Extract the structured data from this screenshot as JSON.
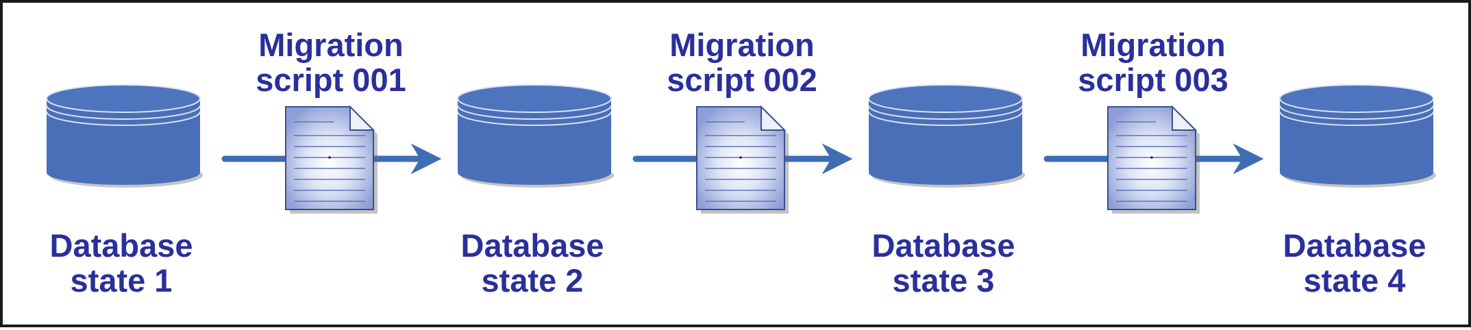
{
  "diagram": {
    "databases": [
      {
        "line1": "Database",
        "line2": "state 1"
      },
      {
        "line1": "Database",
        "line2": "state 2"
      },
      {
        "line1": "Database",
        "line2": "state 3"
      },
      {
        "line1": "Database",
        "line2": "state 4"
      }
    ],
    "scripts": [
      {
        "line1": "Migration",
        "line2": "script 001"
      },
      {
        "line1": "Migration",
        "line2": "script 002"
      },
      {
        "line1": "Migration",
        "line2": "script 003"
      }
    ],
    "colors": {
      "cylinder": "#4a6fb8",
      "cylinder_band": "#d8e2f2",
      "arrow": "#3f6db5",
      "text": "#2a2f9c",
      "document": "#a6b4e0",
      "frame": "#1a1a1a"
    }
  }
}
